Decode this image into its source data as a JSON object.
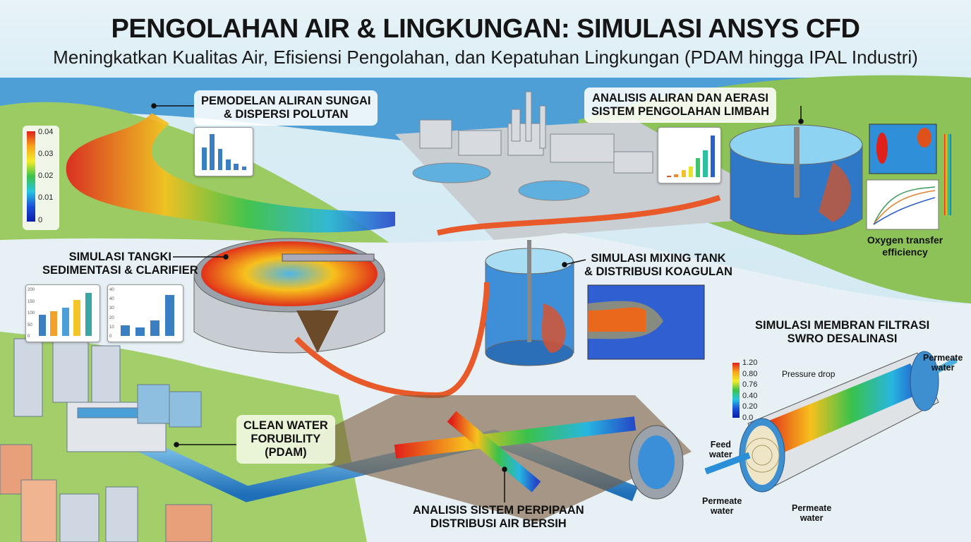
{
  "header": {
    "title": "PENGOLAHAN AIR & LINGKUNGAN: SIMULASI ANSYS CFD",
    "subtitle": "Meningkatkan Kualitas Air, Efisiensi Pengolahan, dan Kepatuhan Lingkungan (PDAM hingga IPAL Industri)"
  },
  "sections": {
    "river": {
      "line1": "PEMODELAN ALIRAN SUNGAI",
      "line2": "& DISPERSI POLUTAN"
    },
    "aeration": {
      "line1": "ANALISIS ALIRAN DAN AERASI",
      "line2": "SISTEM PENGOLAHAN LIMBAH"
    },
    "sedimentation": {
      "line1": "SIMULASI TANGKI",
      "line2": "SEDIMENTASI & CLARIFIER"
    },
    "mixing": {
      "line1": "SIMULASI MIXING TANK",
      "line2": "& DISTRIBUSI KOAGULAN"
    },
    "membrane": {
      "line1": "SIMULASI MEMBRAN FILTRASI",
      "line2": "SWRO DESALINASI"
    },
    "clean_water": {
      "line1": "CLEAN WATER",
      "line2": "FORUBILITY",
      "line3": "(PDAM)"
    },
    "piping": {
      "line1": "ANALISIS SISTEM PERPIPAAN",
      "line2": "DISTRIBUSI AIR BERSIH"
    }
  },
  "oxygen_label": {
    "line1": "Oxygen transfer",
    "line2": "efficiency"
  },
  "river_colorbar": [
    "0.04",
    "0.03",
    "0.02",
    "0.01",
    "0"
  ],
  "swro_colorbar": [
    "1.20",
    "0.80",
    "0.76",
    "0.40",
    "0.20",
    "0.0"
  ],
  "swro_labels": {
    "pressure_drop": "Pressure drop",
    "feed": {
      "line1": "Feed",
      "line2": "water"
    },
    "permeate_left": {
      "line1": "Permeate",
      "line2": "water"
    },
    "permeate_bottom": {
      "line1": "Permeate",
      "line2": "water"
    },
    "permeate_out": {
      "line1": "Permeate",
      "line2": "water"
    }
  },
  "mini_charts": {
    "river": {
      "values": [
        60,
        95,
        55,
        28,
        16,
        9
      ],
      "color": "#3a7fc1"
    },
    "sediment_bar": {
      "ticks": [
        "200",
        "150",
        "100",
        "50",
        "0"
      ],
      "values": [
        90,
        105,
        120,
        155,
        185
      ],
      "colors": [
        "#3a7fc1",
        "#f2a12a",
        "#4a9fd8",
        "#f5c528",
        "#3aa6a8"
      ]
    },
    "sediment_combo": {
      "ticks": [
        "40",
        "40",
        "30",
        "20",
        "10",
        "0"
      ],
      "values": [
        11,
        9,
        17,
        44
      ]
    },
    "waste": {
      "values": [
        2,
        4,
        9,
        14,
        25,
        36,
        55
      ],
      "colors": [
        "#e0552a",
        "#f08a2a",
        "#f3c12a",
        "#e6e52a",
        "#3cc46a",
        "#2cc0a0",
        "#2a5fc8"
      ]
    }
  },
  "colors": {
    "accent_red": "#e0201a",
    "water_blue": "#2f8fd8",
    "grass": "#8fc35a"
  }
}
